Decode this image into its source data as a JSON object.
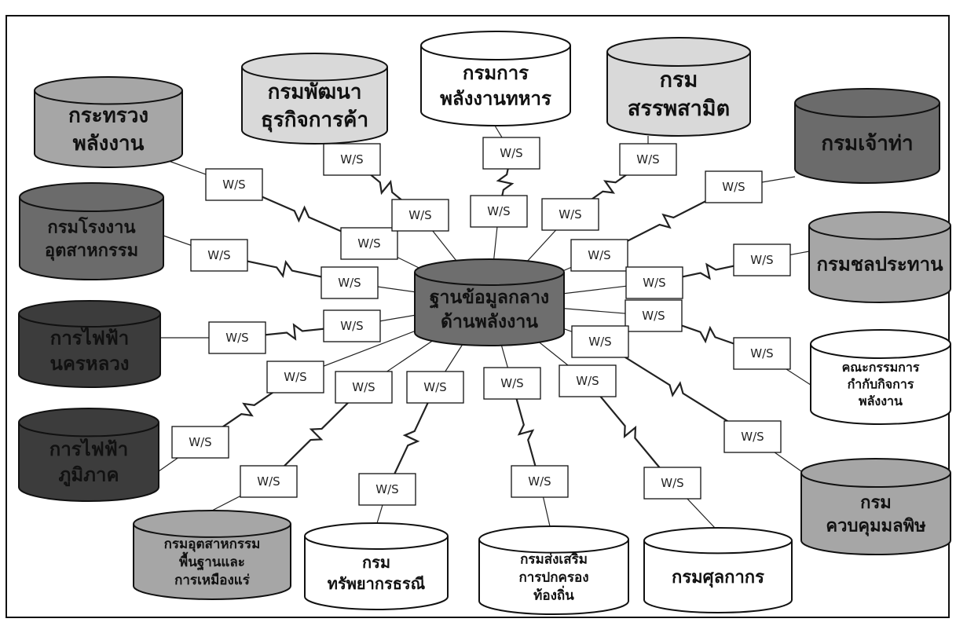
{
  "hub": {
    "lines": [
      "ฐานข้อมูลกลาง",
      "ด้านพลังงาน"
    ],
    "fill": "#6e6e6e"
  },
  "ws_label": "W/S",
  "palette": {
    "white": "#ffffff",
    "light": "#d9d9d9",
    "mid": "#a6a6a6",
    "dark": "#6b6b6b",
    "black": "#3c3c3c",
    "outline": "#111111",
    "line": "#222222"
  },
  "nodes": [
    {
      "id": "ministry-of-energy",
      "lines": [
        "กระทรวง",
        "พลังงาน"
      ],
      "shade": "mid"
    },
    {
      "id": "dept-business-development",
      "lines": [
        "กรมพัฒนา",
        "ธุรกิจการค้า"
      ],
      "shade": "light"
    },
    {
      "id": "defense-energy-dept",
      "lines": [
        "กรมการ",
        "พลังงานทหาร"
      ],
      "shade": "white"
    },
    {
      "id": "excise-dept",
      "lines": [
        "กรม",
        "สรรพสามิต"
      ],
      "shade": "light"
    },
    {
      "id": "marine-dept",
      "lines": [
        "กรมเจ้าท่า"
      ],
      "shade": "dark"
    },
    {
      "id": "dept-industrial-works",
      "lines": [
        "กรมโรงงาน",
        "อุตสาหกรรม"
      ],
      "shade": "dark"
    },
    {
      "id": "royal-irrigation-dept",
      "lines": [
        "กรมชลประทาน"
      ],
      "shade": "mid"
    },
    {
      "id": "metropolitan-electricity",
      "lines": [
        "การไฟฟ้า",
        "นครหลวง"
      ],
      "shade": "black"
    },
    {
      "id": "energy-regulatory-comm",
      "lines": [
        "คณะกรรมการ",
        "กำกับกิจการ",
        "พลังงาน"
      ],
      "shade": "white"
    },
    {
      "id": "provincial-electricity",
      "lines": [
        "การไฟฟ้า",
        "ภูมิภาค"
      ],
      "shade": "black"
    },
    {
      "id": "pollution-control-dept",
      "lines": [
        "กรม",
        "ควบคุมมลพิษ"
      ],
      "shade": "mid"
    },
    {
      "id": "dept-primary-industries",
      "lines": [
        "กรมอุตสาหกรรม",
        "พื้นฐานและ",
        "การเหมืองแร่"
      ],
      "shade": "mid"
    },
    {
      "id": "dept-mineral-resources",
      "lines": [
        "กรม",
        "ทรัพยากรธรณี"
      ],
      "shade": "white"
    },
    {
      "id": "dept-local-administration",
      "lines": [
        "กรมส่งเสริม",
        "การปกครอง",
        "ท้องถิ่น"
      ],
      "shade": "white"
    },
    {
      "id": "customs-dept",
      "lines": [
        "กรมศุลกากร"
      ],
      "shade": "white"
    }
  ]
}
